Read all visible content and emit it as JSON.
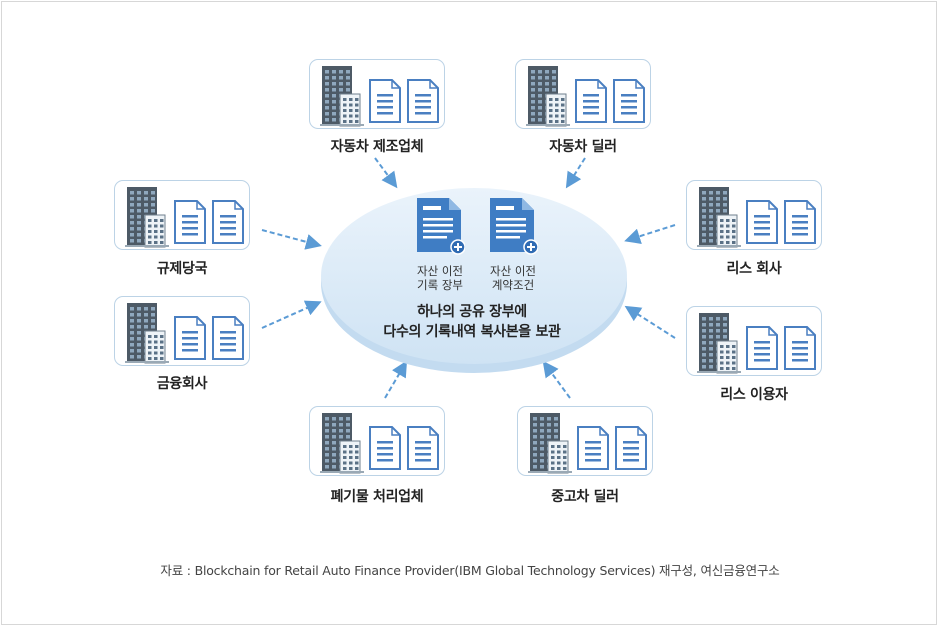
{
  "colors": {
    "accent": "#5b9bd5",
    "doc_blue": "#4a7fc1",
    "building_dark": "#4d5a66",
    "ellipse_fill": "#dbeaf7"
  },
  "nodes": [
    {
      "id": "car-maker",
      "label": "자동차 제조업체"
    },
    {
      "id": "car-dealer",
      "label": "자동차 딜러"
    },
    {
      "id": "regulator",
      "label": "규제당국"
    },
    {
      "id": "lease-company",
      "label": "리스 회사"
    },
    {
      "id": "financial-company",
      "label": "금융회사"
    },
    {
      "id": "lease-user",
      "label": "리스 이용자"
    },
    {
      "id": "disposal-company",
      "label": "폐기물 처리업체"
    },
    {
      "id": "used-car-dealer",
      "label": "중고차 딜러"
    }
  ],
  "center": {
    "docs": [
      {
        "line1": "자산 이전",
        "line2": "기록 장부"
      },
      {
        "line1": "자산 이전",
        "line2": "계약조건"
      }
    ],
    "line1": "하나의 공유 장부에",
    "line2": "다수의 기록내역 복사본을 보관"
  },
  "source": "자료 : Blockchain for Retail Auto Finance Provider(IBM Global Technology Services) 재구성, 여신금융연구소"
}
